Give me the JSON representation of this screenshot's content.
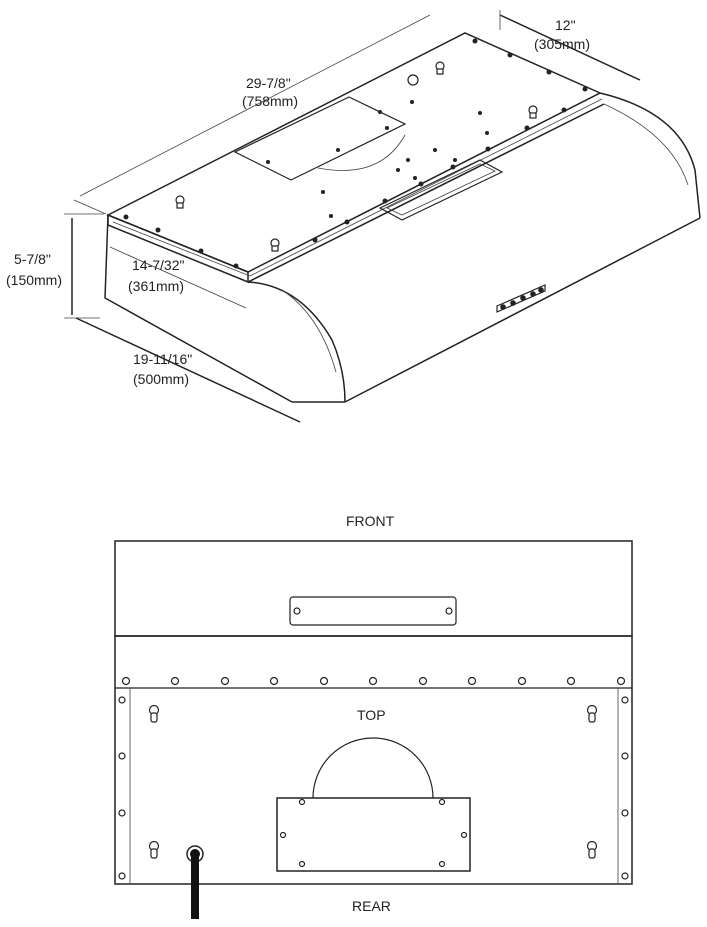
{
  "isometric": {
    "width_label": "29-7/8\"",
    "width_label_mm": "(758mm)",
    "depth_label": "12\"",
    "depth_label_mm": "(305mm)",
    "height_label": "5-7/8\"",
    "height_label_mm": "(150mm)",
    "side_depth_label": "14-7/32\"",
    "side_depth_label_mm": "(361mm)",
    "bottom_depth_label": "19-11/16\"",
    "bottom_depth_label_mm": "(500mm)"
  },
  "topview": {
    "front_label": "FRONT",
    "top_label": "TOP",
    "rear_label": "REAR"
  }
}
